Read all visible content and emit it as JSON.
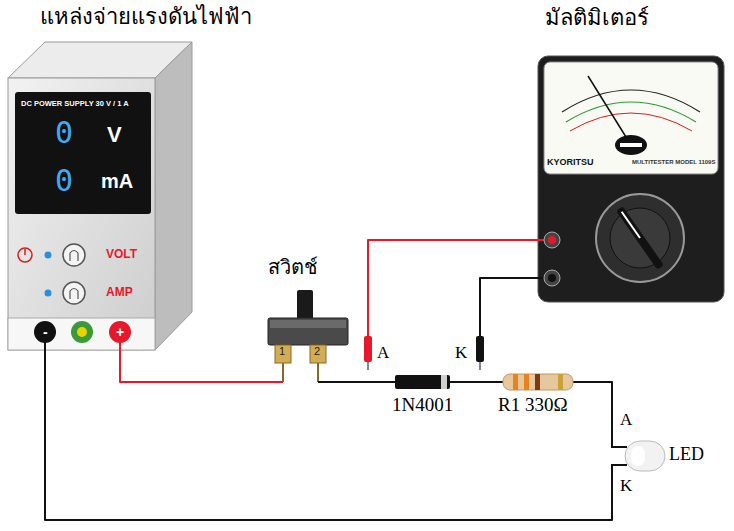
{
  "diagram": {
    "nodes": [
      {
        "text": [
          "แหล่งจ่ายแรงดันไฟฟ้า"
        ]
      },
      {
        "text": [
          "DC POWER SUPPLY 30 V / 1 A",
          "0",
          "V",
          "0",
          "mA"
        ],
        "in": 0
      },
      {
        "text": [
          "สวิตช์",
          "1",
          "2"
        ]
      },
      {
        "text": [
          "มัลติมิเตอร์",
          "KYORITSU",
          "MULTITESTER MODEL 1109S"
        ]
      },
      {
        "text": [
          "1N4001"
        ]
      },
      {
        "text": [
          "R1 330Ω"
        ]
      },
      {
        "text": [
          "LED"
        ]
      }
    ],
    "edges": [
      {
        "from": 0,
        "to": 2,
        "arrow": "none"
      },
      {
        "from": 2,
        "to": 4,
        "arrow": "none"
      },
      {
        "from": 4,
        "to": 5,
        "arrow": "none"
      },
      {
        "from": 5,
        "to": 6,
        "arrow": "none"
      },
      {
        "from": 6,
        "to": 0,
        "arrow": "none"
      },
      {
        "from": 3,
        "to": 4,
        "arrow": "none"
      },
      {
        "from": 3,
        "to": 4,
        "arrow": "none"
      }
    ],
    "labels": [
      "VOLT",
      "AMP",
      "-",
      "+",
      "A",
      "K",
      "A",
      "K"
    ]
  }
}
